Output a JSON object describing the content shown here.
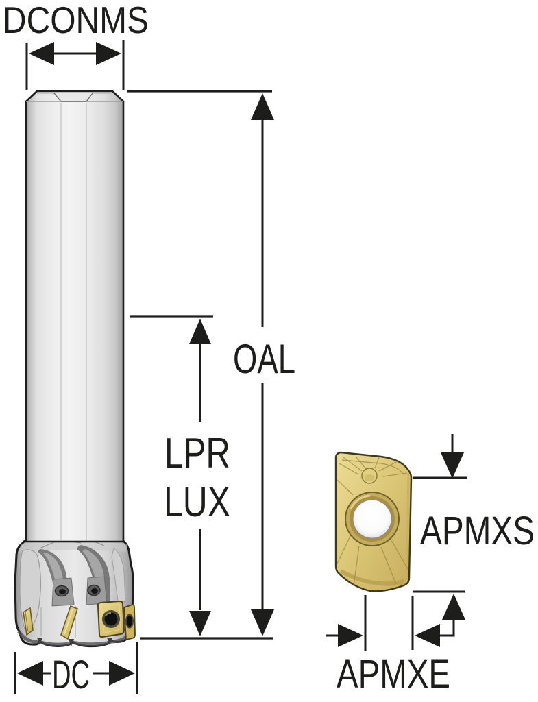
{
  "drawing": {
    "type": "technical-dimension-diagram",
    "subject": "indexable-end-mill-with-milling-insert",
    "labels": {
      "dconms": "DCONMS",
      "oal": "OAL",
      "lpr": "LPR",
      "lux": "LUX",
      "dc": "DC",
      "apmxs": "APMXS",
      "apmxe": "APMXE"
    },
    "colors": {
      "line": "#1d1d1b",
      "tool_body_light": "#f2f2f2",
      "tool_body_dark": "#9a9a9a",
      "insert_gold": "#dcc878",
      "insert_gold_dark": "#b89f4f",
      "screw_hole": "#141414",
      "background": "#ffffff"
    }
  }
}
